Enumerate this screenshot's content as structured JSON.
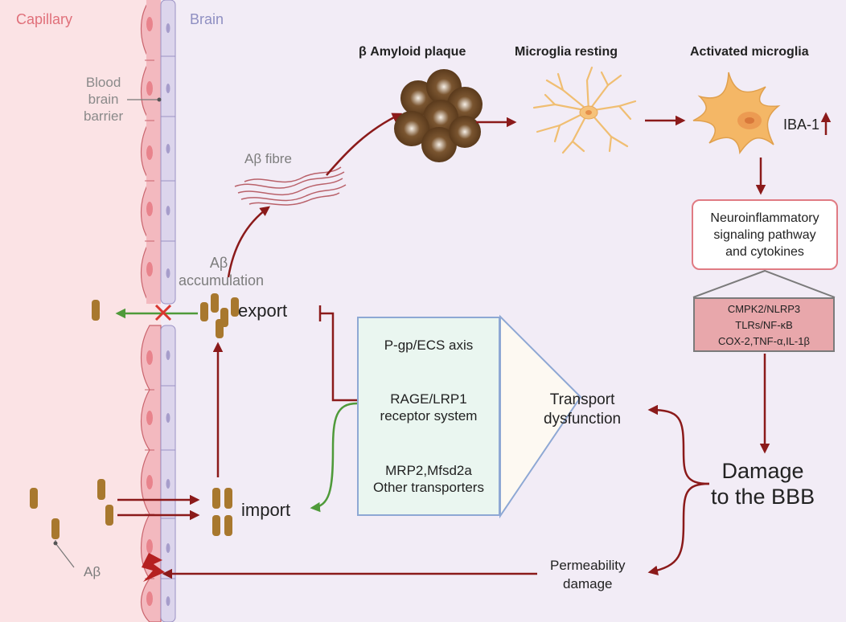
{
  "regions": {
    "capillary": "Capillary",
    "brain": "Brain"
  },
  "bbb_label": [
    "Blood",
    "brain",
    "barrier"
  ],
  "stages": {
    "plaque": "β Amyloid plaque",
    "resting": "Microglia resting",
    "activated": "Activated microglia",
    "iba": "IBA-1"
  },
  "abeta_fibre": "Aβ fibre",
  "abeta_accumulation": [
    "Aβ",
    "accumulation"
  ],
  "abeta": "Aβ",
  "export": "export",
  "import": "import",
  "neuroinflammatory": [
    "Neuroinflammatory",
    "signaling pathway",
    "and  cytokines"
  ],
  "cytokines": [
    "CMPK2/NLRP3",
    "TLRs/NF-κB",
    "COX-2,TNF-α,IL-1β"
  ],
  "transporters": [
    [
      "P-gp/ECS axis"
    ],
    [
      "RAGE/LRP1",
      "receptor system"
    ],
    [
      "MRP2,Mfsd2a",
      "Other transporters"
    ]
  ],
  "transport_dysfunction": [
    "Transport",
    "dysfunction"
  ],
  "damage": [
    "Damage",
    "to the BBB"
  ],
  "permeability": [
    "Permeability",
    "damage"
  ],
  "colors": {
    "arrow_red": "#8b1a1a",
    "arrow_green": "#4f9a3a",
    "block_x": "#d9362f",
    "abeta_rod": "#a8782e"
  }
}
